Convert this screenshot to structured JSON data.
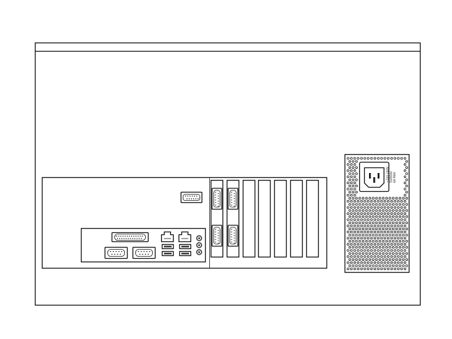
{
  "diagram": {
    "type": "pc-rear-panel-line-drawing",
    "stroke_color": "#1a1a1a",
    "background": "#ffffff",
    "components": [
      "chassis-outline",
      "motherboard-panel",
      "io-shield",
      "vga-port",
      "parallel-port",
      "serial-port",
      "rj45-port",
      "usb-port",
      "audio-jack",
      "expansion-slot",
      "psu",
      "power-inlet",
      "vent-holes"
    ],
    "counts": {
      "expansion_slots": 7,
      "populated_slots": 2,
      "ethernet_ports": 2,
      "usb_ports": 4,
      "serial_ports": 2,
      "audio_jacks": 3
    },
    "psu_label_lines": [
      "~100-240V",
      "50/60Hz",
      "6A MAX"
    ]
  }
}
